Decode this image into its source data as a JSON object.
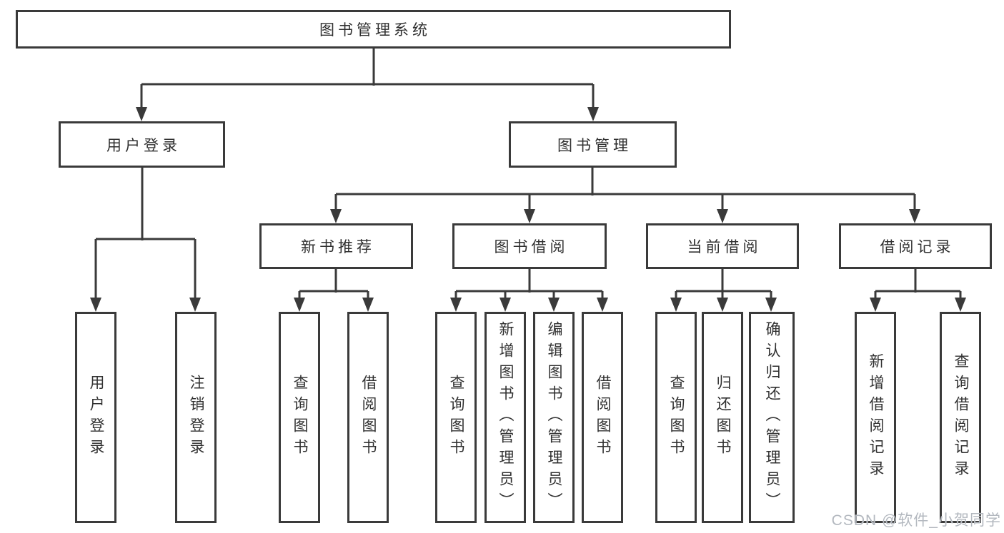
{
  "diagram": {
    "root_label": "图书管理系统",
    "level2": [
      {
        "label": "用户登录",
        "children": [
          "用户登录",
          "注销登录"
        ]
      },
      {
        "label": "图书管理",
        "groups": [
          {
            "label": "新书推荐",
            "children": [
              "查询图书",
              "借阅图书"
            ]
          },
          {
            "label": "图书借阅",
            "children": [
              "查询图书",
              "新增图书（管理员）",
              "编辑图书（管理员）",
              "借阅图书"
            ]
          },
          {
            "label": "当前借阅",
            "children": [
              "查询图书",
              "归还图书",
              "确认归还（管理员）"
            ]
          },
          {
            "label": "借阅记录",
            "children": [
              "新增借阅记录",
              "查询借阅记录"
            ]
          }
        ]
      }
    ]
  },
  "watermark": {
    "text": "CSDN @软件_小贺同学"
  },
  "colors": {
    "line": "#3a3a3a",
    "box_border": "#3a3a3a",
    "text": "#303030",
    "watermark": "#b3b8bf",
    "background": "#ffffff"
  }
}
